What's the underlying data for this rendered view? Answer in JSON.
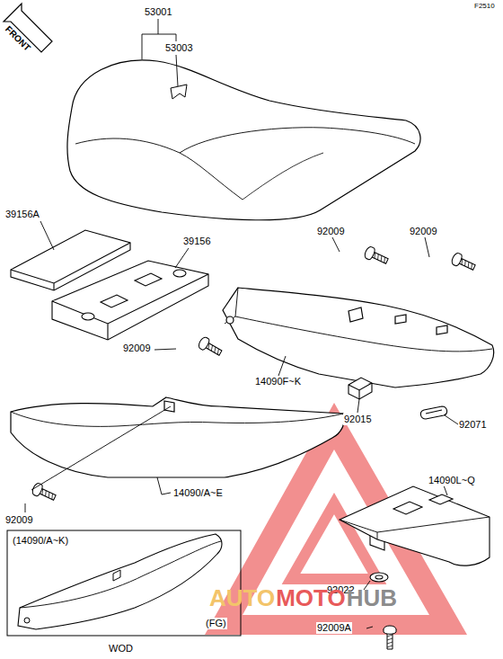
{
  "diagram": {
    "labels": [
      "FRONT",
      "F2510",
      "53001",
      "53003",
      "39156A",
      "39156",
      "92009",
      "92009",
      "92009",
      "14090F~K",
      "92015",
      "92071",
      "14090/A~E",
      "92009",
      "14090L~Q",
      "(14090/A~K)",
      "(FG)",
      "WOD",
      "92022",
      "92009A",
      "AUTO",
      "MOTO",
      "HUB"
    ]
  }
}
